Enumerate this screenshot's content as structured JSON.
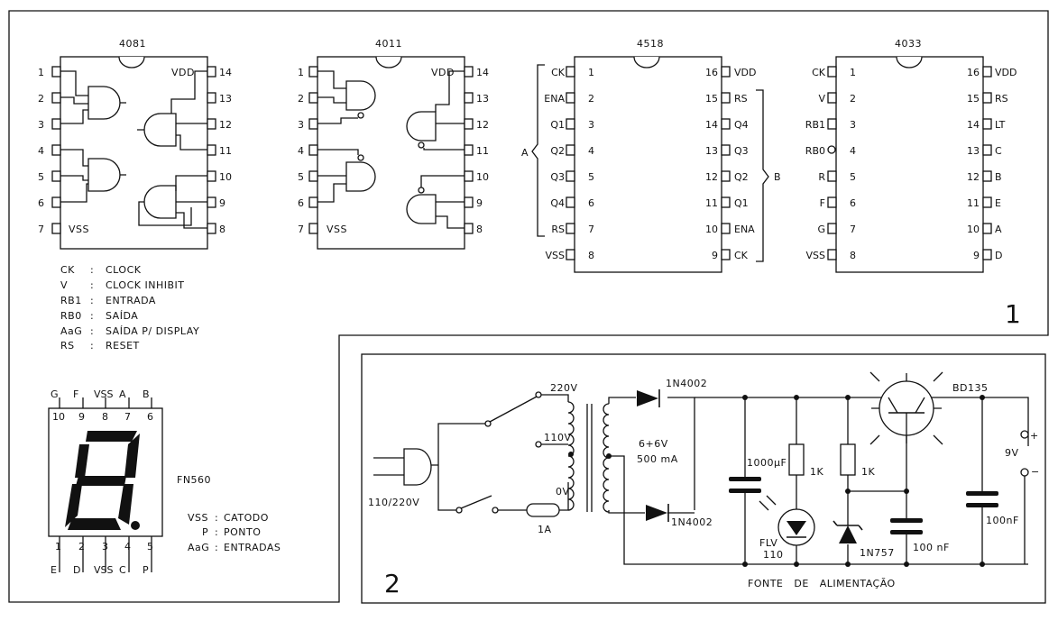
{
  "panel1": {
    "figure_number": "1",
    "chips": [
      {
        "name": "4081"
      },
      {
        "name": "4011"
      },
      {
        "name": "4518"
      },
      {
        "name": "4033"
      }
    ],
    "vdd": "VDD",
    "vss": "VSS",
    "pins_left": [
      "1",
      "2",
      "3",
      "4",
      "5",
      "6",
      "7"
    ],
    "pins_right": [
      "14",
      "13",
      "12",
      "11",
      "10",
      "9",
      "8"
    ],
    "chip4518": {
      "left_labels": [
        "CK",
        "ENA",
        "Q1",
        "Q2",
        "Q3",
        "Q4",
        "RS",
        "VSS"
      ],
      "left_pins": [
        "1",
        "2",
        "3",
        "4",
        "5",
        "6",
        "7",
        "8"
      ],
      "right_labels": [
        "VDD",
        "RS",
        "Q4",
        "Q3",
        "Q2",
        "Q1",
        "ENA",
        "CK"
      ],
      "right_pins": [
        "16",
        "15",
        "14",
        "13",
        "12",
        "11",
        "10",
        "9"
      ],
      "group_a": "A",
      "group_b": "B"
    },
    "chip4033": {
      "left_labels": [
        "CK",
        "V",
        "RB1",
        "RB0",
        "R",
        "F",
        "G",
        "VSS"
      ],
      "left_pins": [
        "1",
        "2",
        "3",
        "4",
        "5",
        "6",
        "7",
        "8"
      ],
      "right_labels": [
        "VDD",
        "RS",
        "LT",
        "C",
        "B",
        "E",
        "A",
        "D"
      ],
      "right_pins": [
        "16",
        "15",
        "14",
        "13",
        "12",
        "11",
        "10",
        "9"
      ]
    },
    "legend": [
      {
        "key": "CK",
        "value": "CLOCK"
      },
      {
        "key": "V",
        "value": "CLOCK INHIBIT"
      },
      {
        "key": "RB1",
        "value": "ENTRADA"
      },
      {
        "key": "RB0",
        "value": "SAÍDA"
      },
      {
        "key": "AaG",
        "value": "SAÍDA  P/ DISPLAY"
      },
      {
        "key": "RS",
        "value": "RESET"
      }
    ],
    "display": {
      "name": "FN560",
      "top_labels": [
        "G",
        "F",
        "VSS",
        "A",
        "B"
      ],
      "top_pins": [
        "10",
        "9",
        "8",
        "7",
        "6"
      ],
      "bottom_pins": [
        "1",
        "2",
        "3",
        "4",
        "5"
      ],
      "bottom_labels": [
        "E",
        "D",
        "VSS",
        "C",
        "P"
      ],
      "legend": [
        {
          "key": "VSS",
          "value": "CATODO"
        },
        {
          "key": "P",
          "value": "PONTO"
        },
        {
          "key": "AaG",
          "value": "ENTRADAS"
        }
      ]
    }
  },
  "panel2": {
    "figure_number": "2",
    "title": "FONTE   DE   ALIMENTAÇÃO",
    "labels": {
      "mains": "110/220V",
      "tap220": "220V",
      "tap110": "110V",
      "tap0": "0V",
      "fuse": "1A",
      "transformer": "6+6V",
      "current": "500 mA",
      "diode1": "1N4002",
      "diode2": "1N4002",
      "cap1": "1000µF",
      "r1": "1K",
      "r2": "1K",
      "led": "FLV",
      "led2": "110",
      "zener": "1N757",
      "cap2": "100 nF",
      "transistor": "BD135",
      "cap3": "100nF",
      "vout": "9V",
      "plus": "+",
      "minus": "−"
    }
  }
}
